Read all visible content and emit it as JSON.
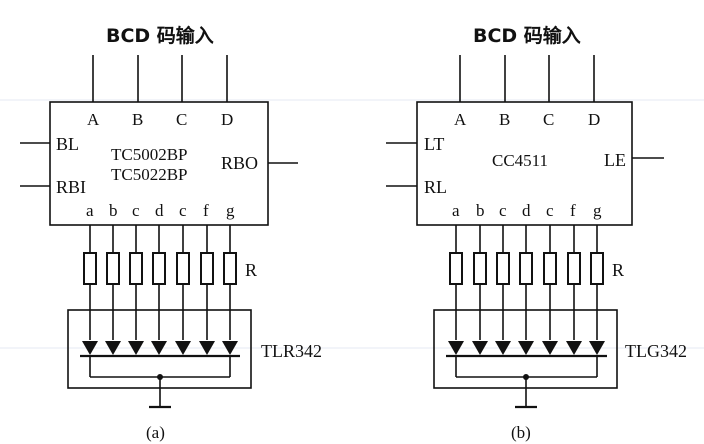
{
  "diagrams": [
    {
      "id": "a",
      "input_title": "BCD 码输入",
      "inputs": [
        "A",
        "B",
        "C",
        "D"
      ],
      "left_pins": [
        "BL",
        "RBI"
      ],
      "right_pin": "RBO",
      "chip_names": [
        "TC5002BP",
        "TC5022BP"
      ],
      "outputs": [
        "a",
        "b",
        "c",
        "d",
        "c",
        "f",
        "g"
      ],
      "resistor_label": "R",
      "display_name": "TLR342",
      "caption": "(a)"
    },
    {
      "id": "b",
      "input_title": "BCD 码输入",
      "inputs": [
        "A",
        "B",
        "C",
        "D"
      ],
      "left_pins": [
        "LT",
        "RL"
      ],
      "right_pin": "LE",
      "chip_names": [
        "CC4511"
      ],
      "outputs": [
        "a",
        "b",
        "c",
        "d",
        "c",
        "f",
        "g"
      ],
      "resistor_label": "R",
      "display_name": "TLG342",
      "caption": "(b)"
    }
  ]
}
